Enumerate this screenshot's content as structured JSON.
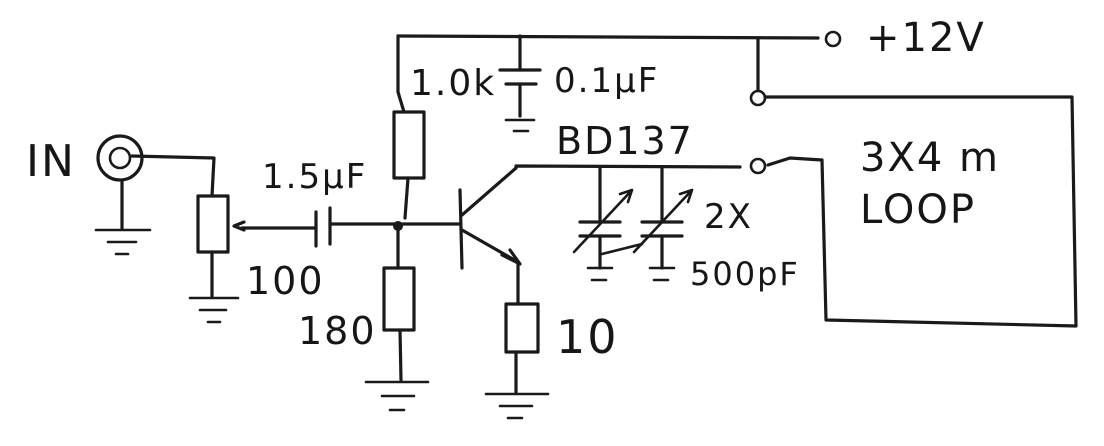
{
  "labels": {
    "supply": "+12V",
    "input": "IN",
    "r_bias_top": "1.0k",
    "c_decouple": "0.1μF",
    "transistor": "BD137",
    "c_coupling": "1.5μF",
    "loop_size": "3X4 m",
    "loop_word": "LOOP",
    "varcap_count": "2X",
    "varcap_value": "500pF",
    "pot": "100",
    "r_bias_bottom": "180",
    "r_emitter": "10"
  },
  "colors": {
    "ink": "#1a1a1a",
    "paper": "#ffffff"
  }
}
